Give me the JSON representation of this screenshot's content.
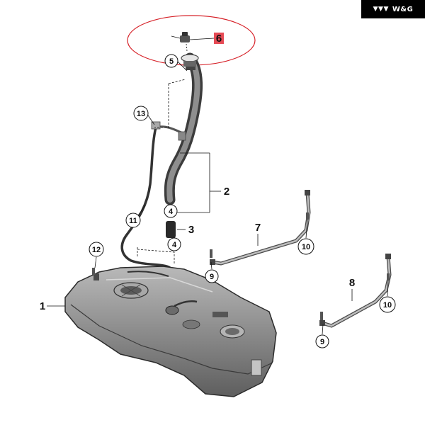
{
  "brand": {
    "badge_text": "W&G"
  },
  "highlight_color": "#d62027",
  "callouts": {
    "c1": "1",
    "c2": "2",
    "c3": "3",
    "c4a": "4",
    "c4b": "4",
    "c5": "5",
    "c6": "6",
    "c7": "7",
    "c8": "8",
    "c9a": "9",
    "c9b": "9",
    "c10a": "10",
    "c10b": "10",
    "c11": "11",
    "c12": "12",
    "c13": "13"
  }
}
